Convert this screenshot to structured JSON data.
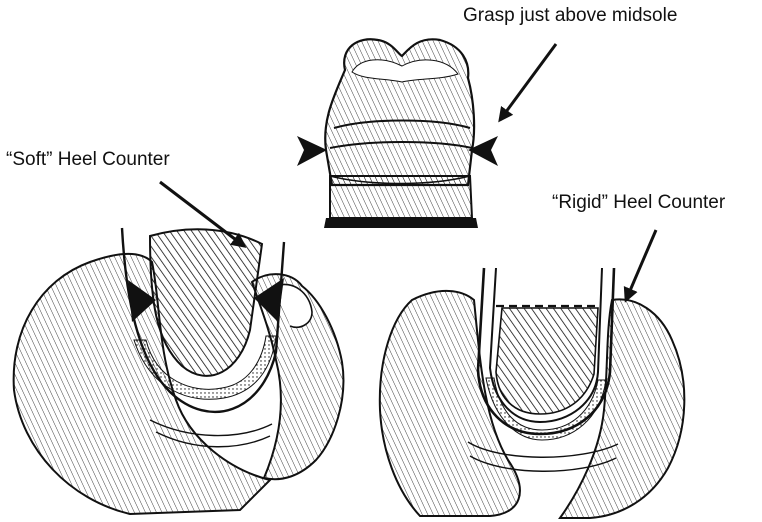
{
  "labels": {
    "grasp": "Grasp just above midsole",
    "soft": "“Soft” Heel Counter",
    "rigid": "“Rigid” Heel Counter"
  },
  "colors": {
    "ink": "#111111",
    "paper": "#ffffff"
  }
}
